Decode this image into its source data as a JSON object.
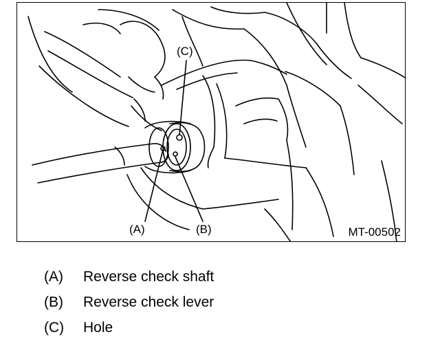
{
  "figure": {
    "callouts": {
      "a": "(A)",
      "b": "(B)",
      "c": "(C)"
    },
    "code": "MT-00502"
  },
  "legend": [
    {
      "key": "(A)",
      "text": "Reverse check shaft"
    },
    {
      "key": "(B)",
      "text": "Reverse check lever"
    },
    {
      "key": "(C)",
      "text": "Hole"
    }
  ]
}
